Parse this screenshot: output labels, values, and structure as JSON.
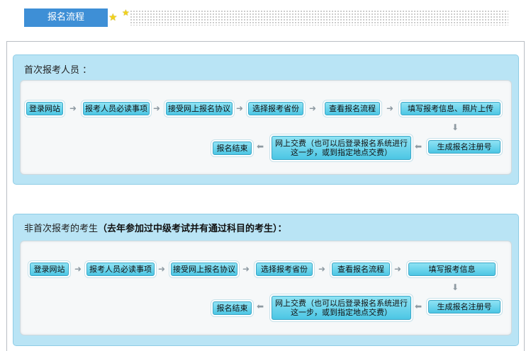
{
  "header": {
    "tab_label": "报名流程"
  },
  "section1": {
    "title": "首次报考人员 ：",
    "row1": [
      "登录网站",
      "报考人员必读事项",
      "接受网上报名协议",
      "选择报考省份",
      "查看报名流程",
      "填写报考信息、照片上传"
    ],
    "row2": {
      "register": "生成报名注册号",
      "pay": "网上交费（也可以后登录报名系统进行这一步，或到指定地点交费）",
      "end": "报名结束"
    }
  },
  "section2": {
    "title_plain": "非首次报考的考生",
    "title_bold": "（去年参加过中级考试并有通过科目的考生）：",
    "row1": [
      "登录网站",
      "报考人员必读事项",
      "接受网上报名协议",
      "选择报考省份",
      "查看报名流程",
      "填写报考信息"
    ],
    "row2": {
      "register": "生成报名注册号",
      "pay": "网上交费（也可以后登录报名系统进行这一步，或到指定地点交费）",
      "end": "报名结束"
    }
  },
  "icons": [
    "star-icon",
    "arrow-right-icon",
    "arrow-down-icon",
    "arrow-left-icon"
  ],
  "colors": {
    "tab": "#3e8fd6",
    "panel": "#b9e4f5",
    "box": "#4cc6e4",
    "star": "#f2d21a"
  }
}
